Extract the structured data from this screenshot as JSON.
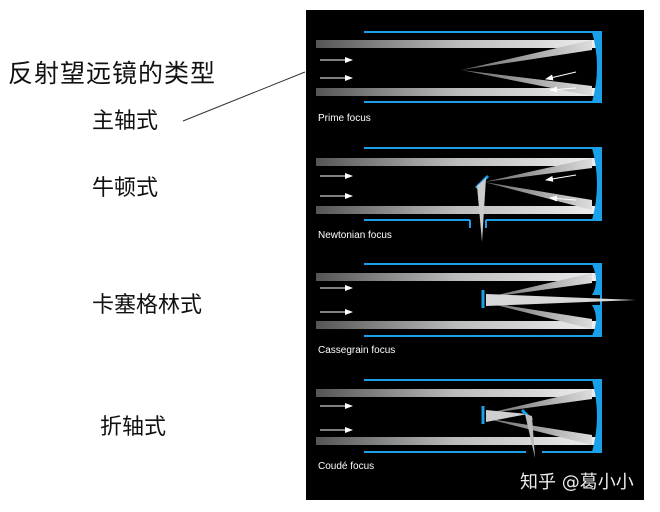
{
  "title": "反射望远镜的类型",
  "types": [
    {
      "label": "主轴式",
      "caption": "Prime focus"
    },
    {
      "label": "牛顿式",
      "caption": "Newtonian focus"
    },
    {
      "label": "卡塞格林式",
      "caption": "Cassegrain focus"
    },
    {
      "label": "折轴式",
      "caption": "Coudé focus"
    }
  ],
  "watermark": "知乎 @葛小小",
  "colors": {
    "panel": "#000000",
    "tube": "#1aa0e8",
    "light": "#ffffff"
  }
}
